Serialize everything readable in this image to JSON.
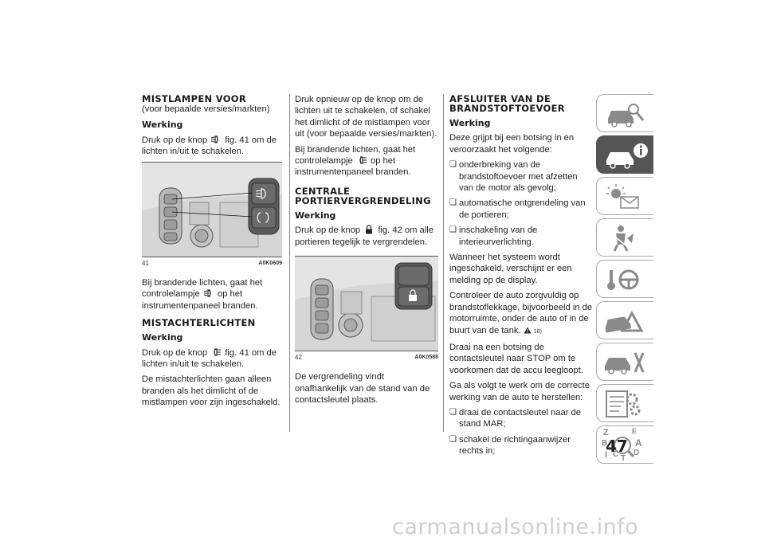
{
  "col1": {
    "title": "MISTLAMPEN VOOR",
    "subtitle": "(voor bepaalde versies/markten)",
    "h_werking": "Werking",
    "p1a": "Druk op de knop",
    "p1b": "fig. 41 om de lichten in/uit te schakelen.",
    "fig_num": "41",
    "fig_code": "A0K0609",
    "p2a": "Bij brandende lichten, gaat het controlelampje",
    "p2b": "op het instrumentenpaneel branden.",
    "title2": "MISTACHTERLICHTEN",
    "h_werking2": "Werking",
    "p3a": "Druk op de knop",
    "p3b": "fig. 41 om de lichten in/uit te schakelen.",
    "p4": "De mistachterlichten gaan alleen branden als het dimlicht of de mistlampen voor zijn ingeschakeld."
  },
  "col2": {
    "p1": "Druk opnieuw op de knop om de lichten uit te schakelen, of schakel het dimlicht of de mistlampen voor uit (voor bepaalde versies/markten).",
    "p2a": "Bij brandende lichten, gaat het controlelampje",
    "p2b": "op het instrumentenpaneel branden.",
    "title": "CENTRALE PORTIERVERGRENDELING",
    "h_werking": "Werking",
    "p3a": "Druk op de knop",
    "p3b": "fig. 42 om alle portieren tegelijk te vergrendelen.",
    "fig_num": "42",
    "fig_code": "A0K0588",
    "p4": "De vergrendeling vindt onafhankelijk van de stand van de contactsleutel plaats."
  },
  "col3": {
    "title": "AFSLUITER VAN DE BRANDSTOFTOEVOER",
    "h_werking": "Werking",
    "p1": "Deze grijpt bij een botsing in en veroorzaakt het volgende:",
    "list1": [
      "onderbreking van de brandstoftoevoer met afzetten van de motor als gevolg;",
      "automatische ontgrendeling van de portieren;",
      "inschakeling van de interieurverlichting."
    ],
    "p2": "Wanneer het systeem wordt ingeschakeld, verschijnt er een melding op de display.",
    "p3": "Controleer de auto zorgvuldig op brandstoflekkage, bijvoorbeeld in de motorruimte, onder de auto of in de buurt van de tank.",
    "warn_ref": "18)",
    "p4": "Draai na een botsing de contactsleutel naar STOP om te voorkomen dat de accu leegloopt.",
    "p5": "Ga als volgt te werk om de correcte werking van de auto te herstellen:",
    "list2": [
      "draai de contactsleutel naar de stand MAR;",
      "schakel de richtingaanwijzer rechts in;"
    ]
  },
  "sidebar_tabs": [
    {
      "icon": "car-search-icon",
      "active": false
    },
    {
      "icon": "car-info-icon",
      "active": true
    },
    {
      "icon": "light-envelope-icon",
      "active": false
    },
    {
      "icon": "seatbelt-person-icon",
      "active": false
    },
    {
      "icon": "key-steering-wheel-icon",
      "active": false
    },
    {
      "icon": "car-warning-triangle-icon",
      "active": false
    },
    {
      "icon": "car-wrench-icon",
      "active": false
    },
    {
      "icon": "document-gear-icon",
      "active": false
    },
    {
      "icon": "alphabet-index-icon",
      "active": false
    }
  ],
  "index_letters": [
    "Z",
    "E",
    "B",
    "A",
    "C",
    "D",
    "I",
    "T"
  ],
  "page_number": "47",
  "watermark": "carmanualsonline.info",
  "colors": {
    "text": "#222222",
    "tab_active": "#555555",
    "icon_gray": "#8a8a8a",
    "watermark": "#cfcfcf"
  }
}
